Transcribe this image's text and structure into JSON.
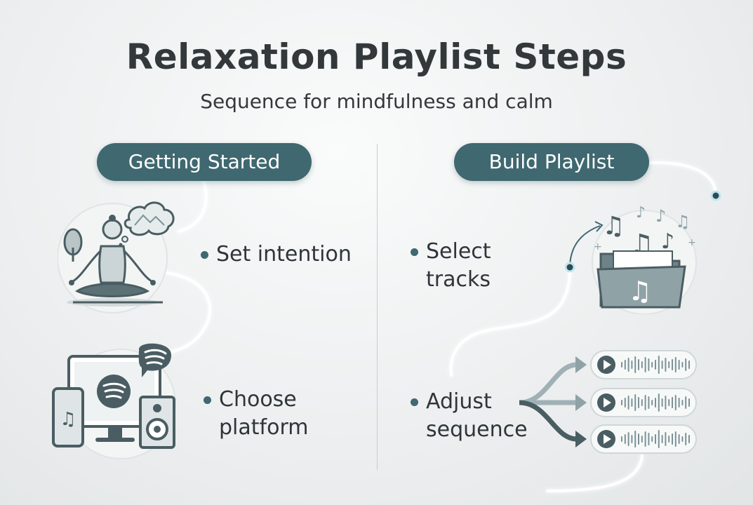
{
  "title": "Relaxation Playlist Steps",
  "subtitle": "Sequence for mindfulness and calm",
  "sections": [
    {
      "label": "Getting Started",
      "steps": [
        {
          "lines": [
            "Set intention"
          ],
          "icon": "meditation-icon"
        },
        {
          "lines": [
            "Choose",
            "platform"
          ],
          "icon": "streaming-devices-icon"
        }
      ]
    },
    {
      "label": "Build Playlist",
      "steps": [
        {
          "lines": [
            "Select",
            "tracks"
          ],
          "icon": "music-folder-icon"
        },
        {
          "lines": [
            "Adjust",
            "sequence"
          ],
          "icon": "audio-tracks-icon"
        }
      ]
    }
  ],
  "colors": {
    "accent": "#3f6870",
    "glow": "#bfe6ee",
    "icon_dark": "#4a5d62",
    "icon_mid": "#8fa2a6"
  }
}
